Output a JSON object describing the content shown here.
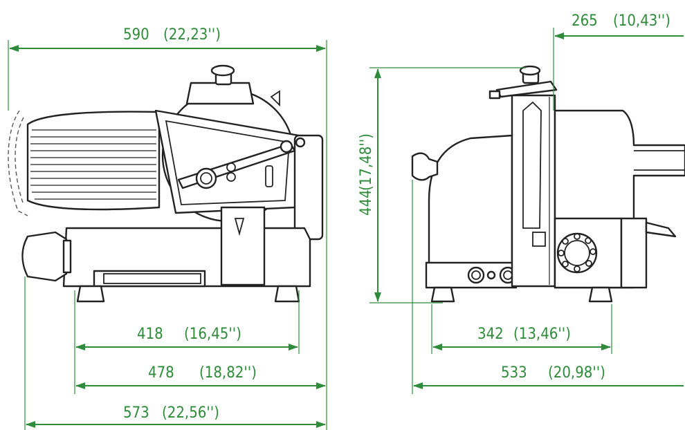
{
  "dimensions": {
    "total_length_top": "590",
    "total_length_top_in": "(22,23'')",
    "blade_offset": "265",
    "blade_offset_in": "(10,43'')",
    "height": "444",
    "height_in": "(17,48'')",
    "feet_span": "418",
    "feet_span_in": "(16,45'')",
    "base_length": "478",
    "base_length_in": "(18,82'')",
    "overall_length": "573",
    "overall_length_in": "(22,56'')",
    "side_feet_span": "342",
    "side_feet_span_in": "(13,46'')",
    "side_depth": "533",
    "side_depth_in": "(20,98'')"
  },
  "colors": {
    "dimension_lines": "#2e8b3a",
    "outline": "#222222"
  }
}
